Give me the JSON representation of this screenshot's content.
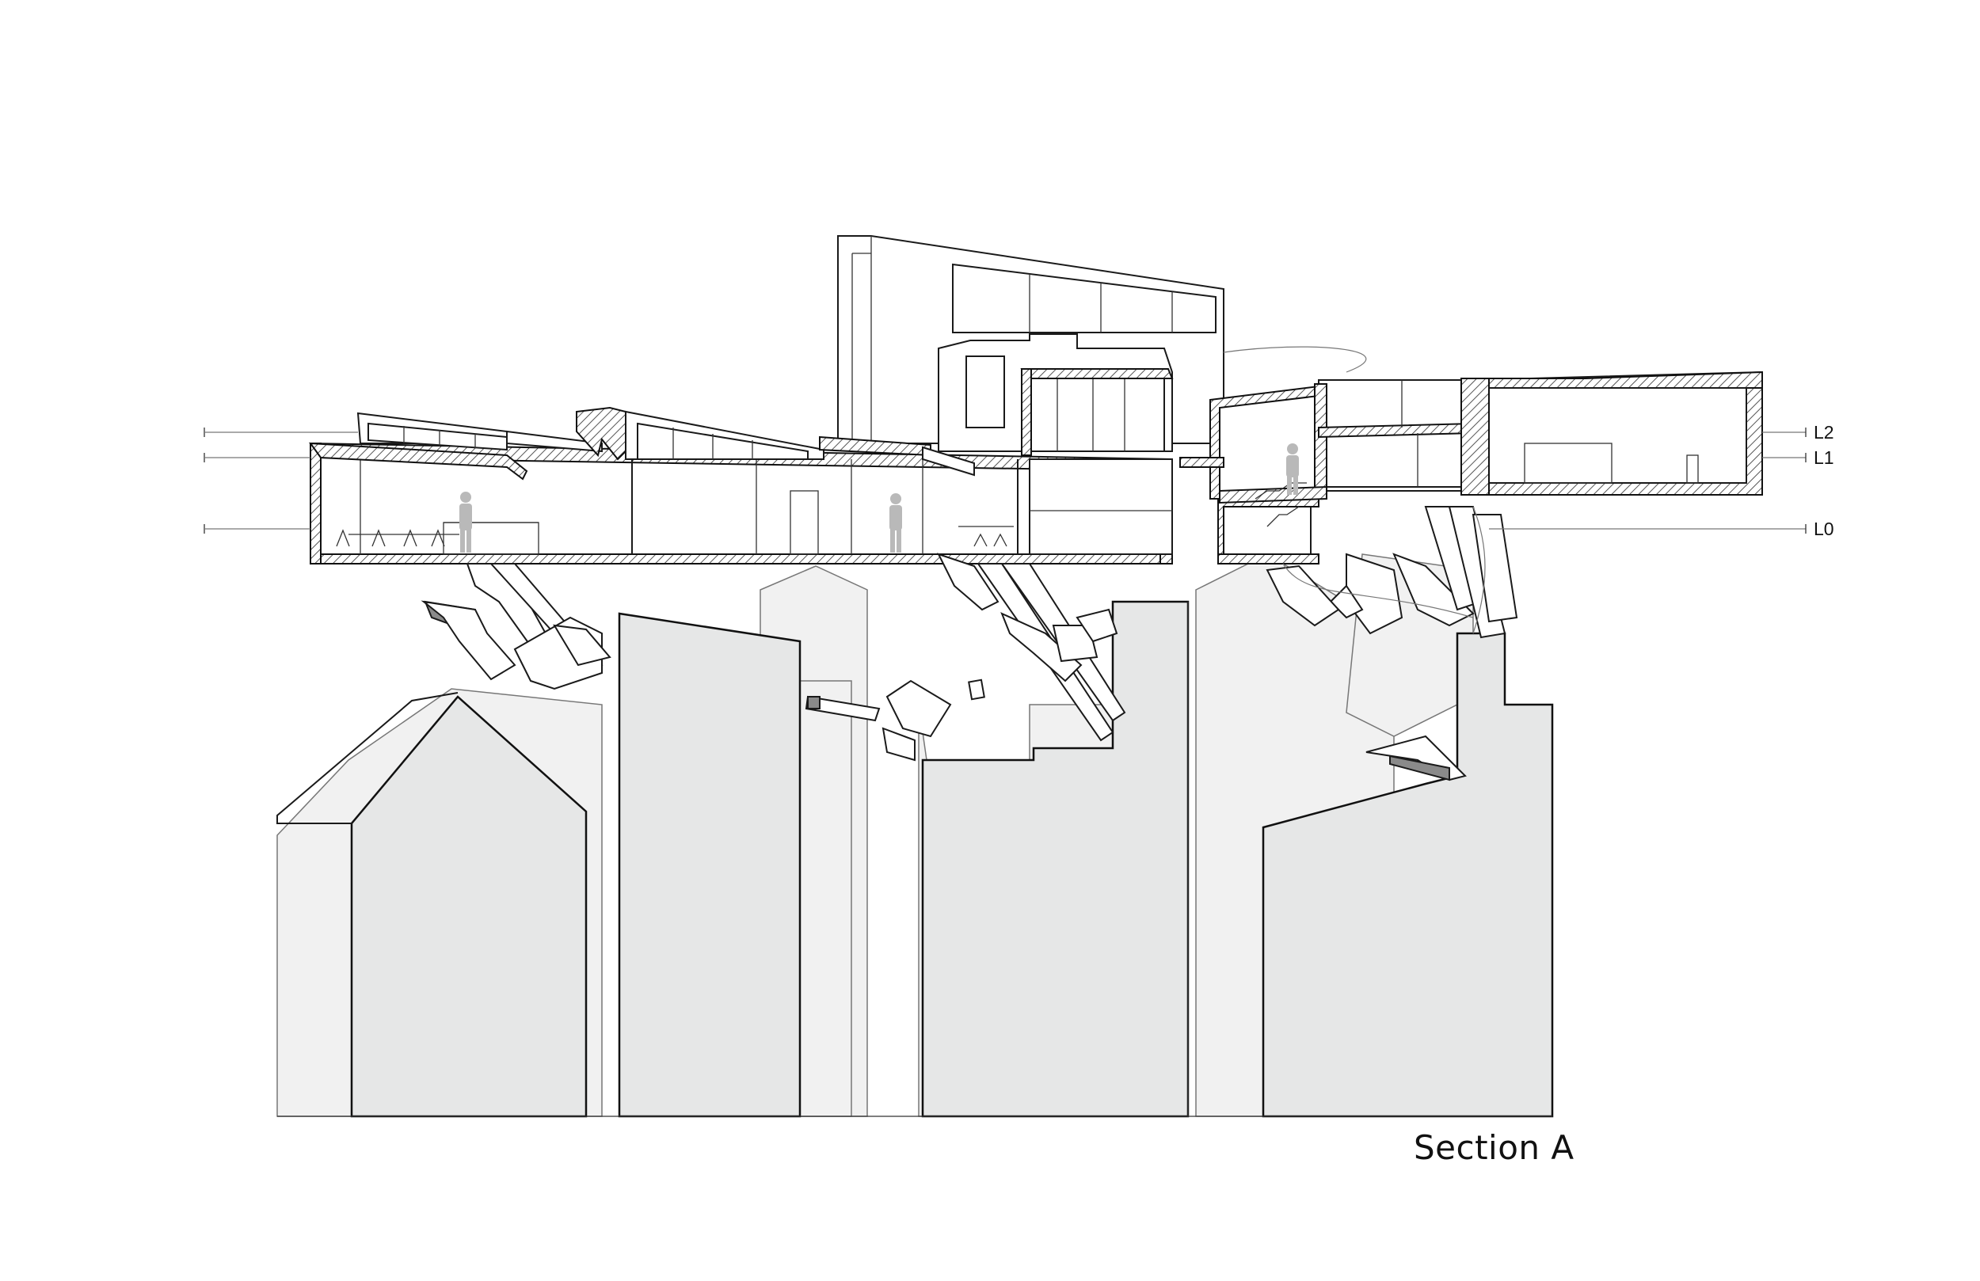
{
  "drawing": {
    "caption": "Section A",
    "levels": [
      {
        "label": "L2"
      },
      {
        "label": "L1"
      },
      {
        "label": "L0"
      }
    ]
  },
  "colors": {
    "line": "#1a1a1a",
    "ground_fill": "#e6e7e7",
    "context_fill": "#f1f1f1",
    "figure": "#b9b9b9",
    "background": "#ffffff"
  }
}
